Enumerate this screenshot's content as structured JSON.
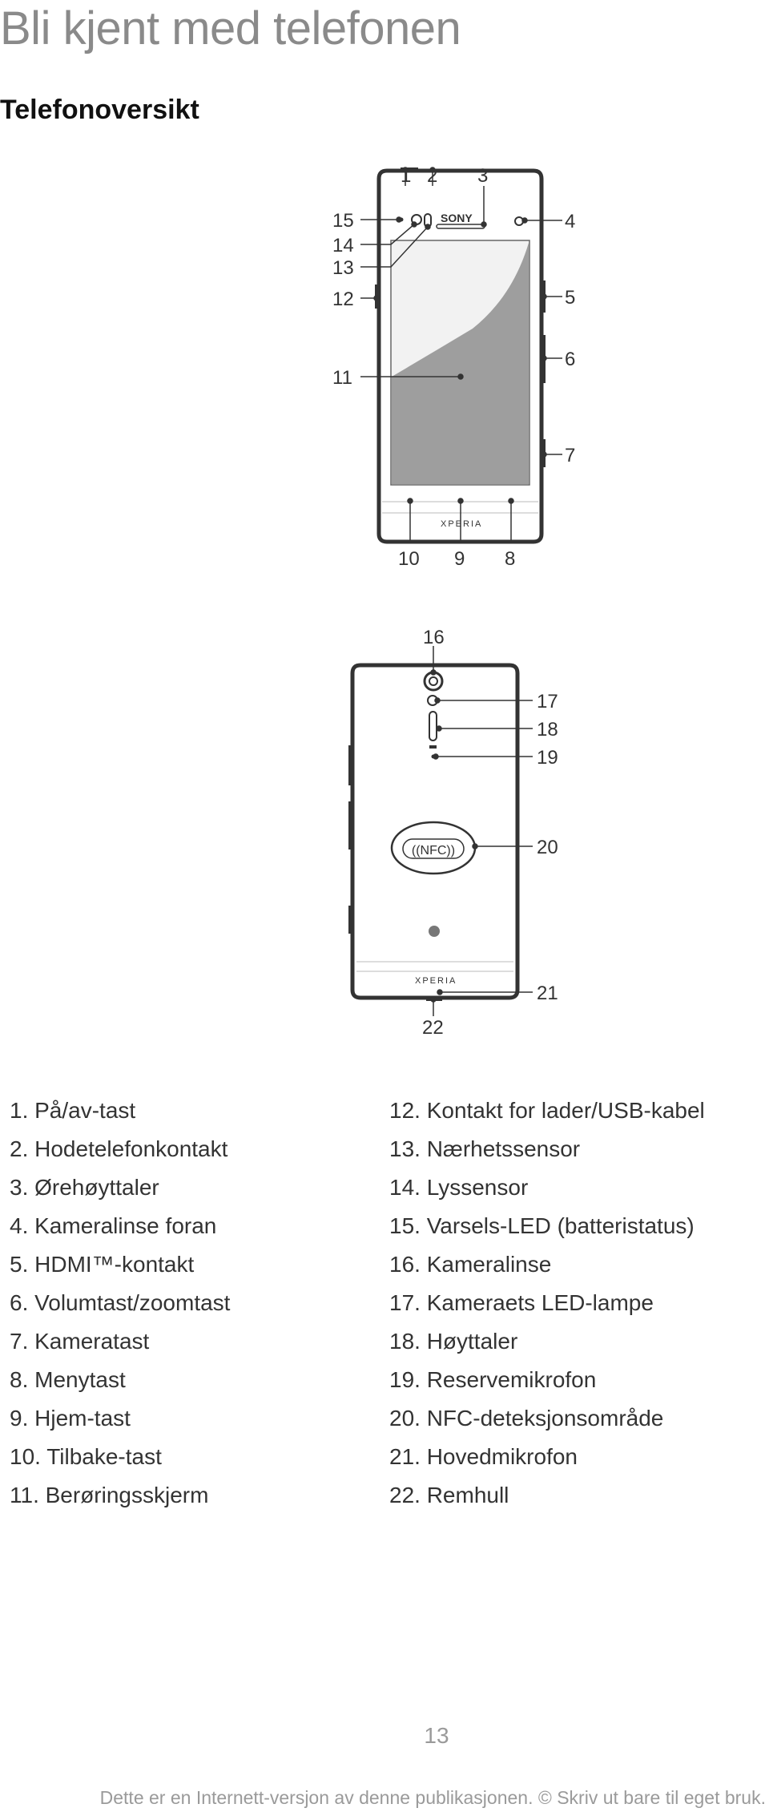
{
  "page": {
    "title": "Bli kjent med telefonen",
    "subtitle": "Telefonoversikt"
  },
  "front_figure": {
    "brand_top": "SONY",
    "brand_bottom": "XPERIA",
    "callouts": [
      "1",
      "2",
      "3",
      "4",
      "5",
      "6",
      "7",
      "8",
      "9",
      "10",
      "11",
      "12",
      "13",
      "14",
      "15"
    ]
  },
  "back_figure": {
    "nfc_label": "((NFC))",
    "brand_bottom": "XPERIA",
    "callouts": [
      "16",
      "17",
      "18",
      "19",
      "20",
      "21",
      "22"
    ]
  },
  "legend": {
    "left": [
      "1. På/av-tast",
      "2. Hodetelefonkontakt",
      "3. Ørehøyttaler",
      "4. Kameralinse foran",
      "5. HDMI™-kontakt",
      "6. Volumtast/zoomtast",
      "7. Kameratast",
      "8. Menytast",
      "9. Hjem-tast",
      "10. Tilbake-tast",
      "11. Berøringsskjerm"
    ],
    "right": [
      "12. Kontakt for lader/USB-kabel",
      "13. Nærhetssensor",
      "14. Lyssensor",
      "15. Varsels-LED (batteristatus)",
      "16. Kameralinse",
      "17. Kameraets LED-lampe",
      "18. Høyttaler",
      "19. Reservemikrofon",
      "20. NFC-deteksjonsområde",
      "21. Hovedmikrofon",
      "22. Remhull"
    ]
  },
  "page_number": "13",
  "footer": "Dette er en Internett-versjon av denne publikasjonen. © Skriv ut bare til eget bruk."
}
